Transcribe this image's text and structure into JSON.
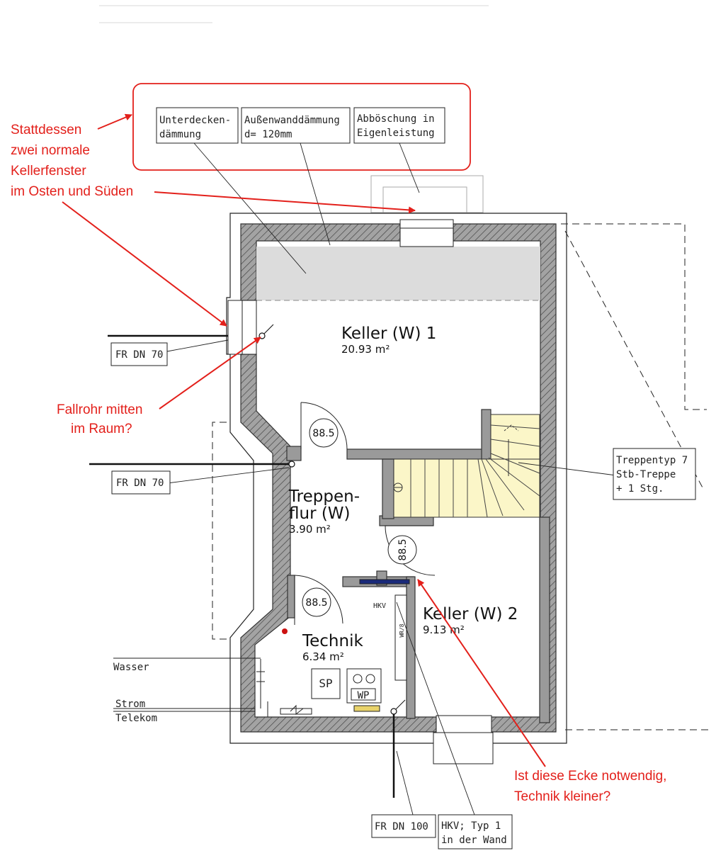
{
  "labels": {
    "unterdecken_line1": "Unterdecken-",
    "unterdecken_line2": "dämmung",
    "aussenwand_line1": "Außenwanddämmung",
    "aussenwand_line2": "d= 120mm",
    "abboeschung_line1": "Abböschung in",
    "abboeschung_line2": "Eigenleistung",
    "fr_dn70_upper": "FR DN 70",
    "fr_dn70_lower": "FR DN 70",
    "fr_dn100": "FR DN 100",
    "hkv_line1": "HKV; Typ 1",
    "hkv_line2": "in der Wand",
    "treppe_line1": "Treppentyp 7",
    "treppe_line2": "Stb-Treppe",
    "treppe_line3": "+ 1 Stg.",
    "wasser": "Wasser",
    "strom": "Strom",
    "telekom": "Telekom",
    "hkv_small": "HKV",
    "wr": "WR/8",
    "sp": "SP",
    "wp": "WP"
  },
  "rooms": {
    "keller1_name": "Keller (W) 1",
    "keller1_area": "20.93 m²",
    "flur_line1": "Treppen-",
    "flur_line2": "flur (W)",
    "flur_area": "3.90 m²",
    "technik_name": "Technik",
    "technik_area": "6.34 m²",
    "keller2_name": "Keller (W) 2",
    "keller2_area": "9.13 m²"
  },
  "doors": {
    "d1": "88.5",
    "d2": "88.5",
    "d3": "88.5"
  },
  "annotations": {
    "a1_line1": "Stattdessen",
    "a1_line2": "zwei normale",
    "a1_line3": "Kellerfenster",
    "a1_line4": "im Osten und Süden",
    "a2_line1": "Fallrohr mitten",
    "a2_line2": "im Raum?",
    "a3_line1": "Ist diese Ecke notwendig,",
    "a3_line2": "Technik kleiner?"
  },
  "colors": {
    "annotation_red": "#e3201b",
    "wall_gray": "#9a9a9a",
    "stair_yellow": "#fbf6c8",
    "ceiling_gray": "#dcdcdc"
  }
}
